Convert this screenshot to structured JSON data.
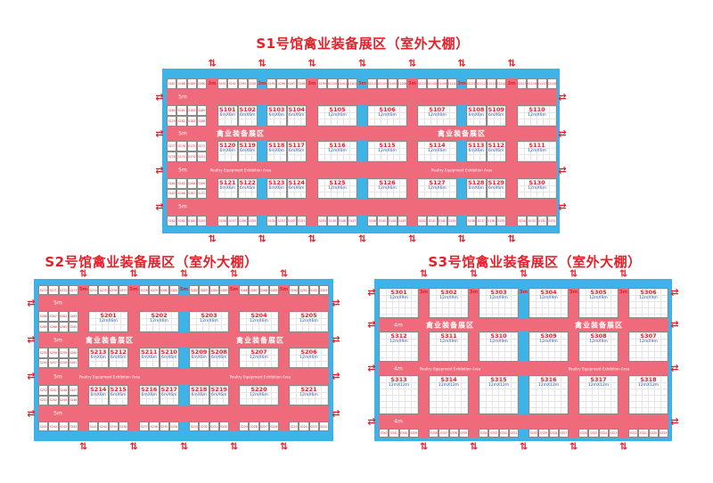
{
  "colors": {
    "hall": "#3db3e8",
    "aisle": "#ef6a7a",
    "booth_id": "#e6202a",
    "booth_size": "#2a56a8"
  },
  "icons": {
    "entrance_vertical": "up-down-arrow",
    "entrance_horizontal": "left-right-arrow"
  },
  "halls": [
    {
      "title": "S1号馆禽业装备展区（室外大棚）",
      "zone_zh": "禽业装备展区",
      "zone_en": "Poultry Equipment Exhibition Area",
      "aisle_width": "5m",
      "gap_width": "3m",
      "top_row": [
        [
          "S187",
          "S188",
          "S189",
          "S190"
        ],
        [
          "S191",
          "S192",
          "S193",
          "S194"
        ],
        [
          "S195",
          "S196",
          "S197",
          "S198"
        ],
        [
          "S199",
          "S1100",
          "S1101",
          "S1102"
        ],
        [
          "S1103",
          "S1104",
          "S1105",
          "S1106"
        ],
        [
          "S1107",
          "S1108",
          "S1109",
          "S1110"
        ],
        [
          "S1111",
          "S1112",
          "S1113",
          "S1114"
        ],
        [
          "S1115",
          "S1116",
          "S1117",
          "S1118"
        ]
      ],
      "bottom_row": [
        [
          "S162",
          "S161",
          "S160",
          "S159"
        ],
        [
          "S158",
          "S157",
          "S156",
          "S155"
        ],
        [
          "S154",
          "S153",
          "S152",
          "S151"
        ],
        [
          "S150",
          "S149",
          "S148",
          "S147"
        ],
        [
          "S146",
          "S145",
          "S144",
          "S143"
        ],
        [
          "S142",
          "S141",
          "S140",
          "S139"
        ],
        [
          "S138",
          "S137",
          "S136",
          "S135"
        ],
        [
          "S134",
          "S133",
          "S132",
          "S131"
        ]
      ],
      "rows": [
        [
          {
            "small": [
              [
                "S180",
                "S181",
                "S184",
                "S185"
              ],
              [
                "S179",
                "S182",
                "S183",
                "S186"
              ]
            ]
          },
          {
            "booths": [
              {
                "id": "S101",
                "size": "6mX6m"
              },
              {
                "id": "S102",
                "size": "6mX6m"
              }
            ]
          },
          {
            "booths": [
              {
                "id": "S103",
                "size": "6mX6m"
              },
              {
                "id": "S104",
                "size": "6mX6m"
              }
            ]
          },
          {
            "booths": [
              {
                "id": "S105",
                "size": "12mX6m"
              }
            ]
          },
          {
            "booths": [
              {
                "id": "S106",
                "size": "12mX6m"
              }
            ]
          },
          {
            "booths": [
              {
                "id": "S107",
                "size": "12mX6m"
              }
            ]
          },
          {
            "booths": [
              {
                "id": "S108",
                "size": "6mX6m"
              },
              {
                "id": "S109",
                "size": "6mX6m"
              }
            ]
          },
          {
            "booths": [
              {
                "id": "S110",
                "size": "12mX6m"
              }
            ]
          }
        ],
        [
          {
            "small": [
              [
                "S177",
                "S176",
                "S175",
                "S172"
              ],
              [
                "S178",
                "S173",
                "S174",
                "S171"
              ]
            ]
          },
          {
            "booths": [
              {
                "id": "S120",
                "size": "6mX6m"
              },
              {
                "id": "S119",
                "size": "6mX6m"
              }
            ]
          },
          {
            "booths": [
              {
                "id": "S118",
                "size": "6mX6m"
              },
              {
                "id": "S117",
                "size": "6mX6m"
              }
            ]
          },
          {
            "booths": [
              {
                "id": "S116",
                "size": "12mX6m"
              }
            ]
          },
          {
            "booths": [
              {
                "id": "S115",
                "size": "12mX6m"
              }
            ]
          },
          {
            "booths": [
              {
                "id": "S114",
                "size": "12mX6m"
              }
            ]
          },
          {
            "booths": [
              {
                "id": "S113",
                "size": "6mX6m"
              },
              {
                "id": "S112",
                "size": "6mX6m"
              }
            ]
          },
          {
            "booths": [
              {
                "id": "S111",
                "size": "12mX6m"
              }
            ]
          }
        ],
        [
          {
            "small": [
              [
                "S164",
                "S165",
                "S168",
                "S169"
              ],
              [
                "S163",
                "S166",
                "S167",
                "S170"
              ]
            ]
          },
          {
            "booths": [
              {
                "id": "S121",
                "size": "6mX6m"
              },
              {
                "id": "S122",
                "size": "6mX6m"
              }
            ]
          },
          {
            "booths": [
              {
                "id": "S123",
                "size": "6mX6m"
              },
              {
                "id": "S124",
                "size": "6mX6m"
              }
            ]
          },
          {
            "booths": [
              {
                "id": "S125",
                "size": "12mX6m"
              }
            ]
          },
          {
            "booths": [
              {
                "id": "S126",
                "size": "12mX6m"
              }
            ]
          },
          {
            "booths": [
              {
                "id": "S127",
                "size": "12mX6m"
              }
            ]
          },
          {
            "booths": [
              {
                "id": "S128",
                "size": "6mX6m"
              },
              {
                "id": "S129",
                "size": "6mX6m"
              }
            ]
          },
          {
            "booths": [
              {
                "id": "S130",
                "size": "12mX6m"
              }
            ]
          }
        ]
      ]
    },
    {
      "title": "S2号馆禽业装备展区（室外大棚）",
      "zone_zh": "禽业装备展区",
      "zone_en": "Poultry Equipment Exhibition Area",
      "aisle_width": "5m",
      "gap_width": "5m",
      "top_row": [
        [
          "S270",
          "S271",
          "S272",
          "S273"
        ],
        [
          "S274",
          "S275",
          "S276",
          "S277"
        ],
        [
          "S278",
          "S279",
          "S280",
          "S281"
        ],
        [
          "S282",
          "S283",
          "S284",
          "S285"
        ],
        [
          "S286",
          "S287",
          "S288",
          "S289"
        ],
        [
          "S290",
          "S291",
          "S292",
          "S293"
        ]
      ],
      "bottom_row": [
        [
          "S245",
          "S244",
          "S243",
          "S242"
        ],
        [
          "S241",
          "S240",
          "S239",
          "S238"
        ],
        [
          "S237",
          "S236",
          "S235",
          "S234"
        ],
        [
          "S233",
          "S232",
          "S231",
          "S230"
        ],
        [
          "S229",
          "S228",
          "S227",
          "S226"
        ],
        [
          "S225",
          "S224",
          "S223",
          "S222"
        ]
      ],
      "rows": [
        [
          {
            "small": [
              [
                "S268",
                "S267",
                "S264",
                "S263"
              ],
              [
                "S269",
                "S266",
                "S265",
                "S262"
              ]
            ]
          },
          {
            "booths": [
              {
                "id": "S201",
                "size": "12mX6m"
              }
            ]
          },
          {
            "booths": [
              {
                "id": "S202",
                "size": "12mX6m"
              }
            ]
          },
          {
            "booths": [
              {
                "id": "S203",
                "size": "12mX6m"
              }
            ]
          },
          {
            "booths": [
              {
                "id": "S204",
                "size": "12mX6m"
              }
            ]
          },
          {
            "booths": [
              {
                "id": "S205",
                "size": "12mX6m"
              }
            ]
          }
        ],
        [
          {
            "small": [
              [
                "S255",
                "S256",
                "S259",
                "S260"
              ],
              [
                "S254",
                "S257",
                "S258",
                "S261"
              ]
            ]
          },
          {
            "booths": [
              {
                "id": "S213",
                "size": "6mX6m"
              },
              {
                "id": "S212",
                "size": "6mX6m"
              }
            ]
          },
          {
            "booths": [
              {
                "id": "S211",
                "size": "6mX6m"
              },
              {
                "id": "S210",
                "size": "6mX6m"
              }
            ]
          },
          {
            "booths": [
              {
                "id": "S209",
                "size": "6mX6m"
              },
              {
                "id": "S208",
                "size": "6mX6m"
              }
            ]
          },
          {
            "booths": [
              {
                "id": "S207",
                "size": "12mX6m"
              }
            ]
          },
          {
            "booths": [
              {
                "id": "S206",
                "size": "12mX6m"
              }
            ]
          }
        ],
        [
          {
            "small": [
              [
                "S252",
                "S251",
                "S248",
                "S247"
              ],
              [
                "S253",
                "S250",
                "S249",
                "S246"
              ]
            ]
          },
          {
            "booths": [
              {
                "id": "S214",
                "size": "6mX6m"
              },
              {
                "id": "S215",
                "size": "6mX6m"
              }
            ]
          },
          {
            "booths": [
              {
                "id": "S216",
                "size": "6mX6m"
              },
              {
                "id": "S217",
                "size": "6mX6m"
              }
            ]
          },
          {
            "booths": [
              {
                "id": "S218",
                "size": "6mX6m"
              },
              {
                "id": "S219",
                "size": "6mX6m"
              }
            ]
          },
          {
            "booths": [
              {
                "id": "S220",
                "size": "12mX6m"
              }
            ]
          },
          {
            "booths": [
              {
                "id": "S221",
                "size": "12mX6m"
              }
            ]
          }
        ]
      ]
    },
    {
      "title": "S3号馆禽业装备展区（室外大棚）",
      "zone_zh": "禽业装备展区",
      "zone_en": "Poultry Equipment Exhibition Area",
      "aisle_width": "4m",
      "gap_width": "3m",
      "top_row": [],
      "bottom_row": [
        [
          "S342",
          "S341",
          "S340",
          "S339"
        ],
        [
          "S338",
          "S337",
          "S336",
          "S335"
        ],
        [
          "S334",
          "S333",
          "S332",
          "S331"
        ],
        [
          "S330",
          "S329",
          "S328",
          "S327"
        ],
        [
          "S326",
          "S325",
          "S324",
          "S323"
        ],
        [
          "S322",
          "S321",
          "S320",
          "S319"
        ]
      ],
      "rows": [
        [
          {
            "booths": [
              {
                "id": "S301",
                "size": "12mX9m"
              }
            ]
          },
          {
            "booths": [
              {
                "id": "S302",
                "size": "12mX9m"
              }
            ]
          },
          {
            "booths": [
              {
                "id": "S303",
                "size": "12mX9m"
              }
            ]
          },
          {
            "booths": [
              {
                "id": "S304",
                "size": "12mX9m"
              }
            ]
          },
          {
            "booths": [
              {
                "id": "S305",
                "size": "12mX9m"
              }
            ]
          },
          {
            "booths": [
              {
                "id": "S306",
                "size": "12mX9m"
              }
            ]
          }
        ],
        [
          {
            "booths": [
              {
                "id": "S312",
                "size": "12mX9m"
              }
            ]
          },
          {
            "booths": [
              {
                "id": "S311",
                "size": "12mX9m"
              }
            ]
          },
          {
            "booths": [
              {
                "id": "S310",
                "size": "12mX9m"
              }
            ]
          },
          {
            "booths": [
              {
                "id": "S309",
                "size": "12mX9m"
              }
            ]
          },
          {
            "booths": [
              {
                "id": "S308",
                "size": "12mX9m"
              }
            ]
          },
          {
            "booths": [
              {
                "id": "S307",
                "size": "12mX9m"
              }
            ]
          }
        ],
        [
          {
            "booths": [
              {
                "id": "S313",
                "size": "12mX12m"
              }
            ]
          },
          {
            "booths": [
              {
                "id": "S314",
                "size": "12mX12m"
              }
            ]
          },
          {
            "booths": [
              {
                "id": "S315",
                "size": "12mX12m"
              }
            ]
          },
          {
            "booths": [
              {
                "id": "S316",
                "size": "12mX12m"
              }
            ]
          },
          {
            "booths": [
              {
                "id": "S317",
                "size": "12mX12m"
              }
            ]
          },
          {
            "booths": [
              {
                "id": "S318",
                "size": "12mX12m"
              }
            ]
          }
        ]
      ]
    }
  ]
}
